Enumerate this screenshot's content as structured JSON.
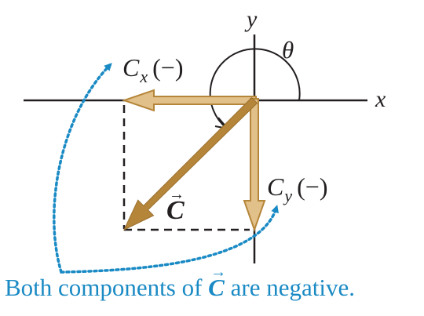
{
  "labels": {
    "y_axis": "y",
    "x_axis": "x",
    "theta": "θ",
    "cx_symbol": "C",
    "cx_sub": "x",
    "cx_sign": "(−)",
    "cy_symbol": "C",
    "cy_sub": "y",
    "cy_sign": "(−)",
    "vector_arrow": "→",
    "vector_symbol": "C"
  },
  "caption": {
    "before": "Both components of ",
    "arrow": "→",
    "symbol": "C",
    "after": " are negative."
  },
  "colors": {
    "axis": "#231f20",
    "vector_fill": "#b5863a",
    "component_fill": "#e2c08a",
    "component_edge": "#b5863a",
    "dotted_arrow": "#1a8ac4",
    "caption": "#1a8ac4"
  }
}
